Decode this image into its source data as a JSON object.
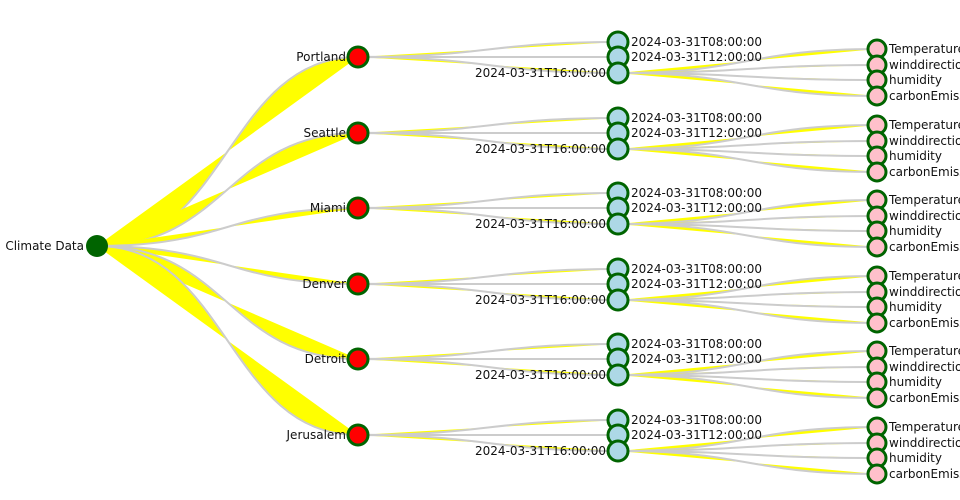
{
  "root": {
    "name": "Climate Data",
    "color": "#006400"
  },
  "cities": [
    "Portland",
    "Seattle",
    "Miami",
    "Denver",
    "Detroit",
    "Jerusalem"
  ],
  "timestamps": [
    "2024-03-31T08:00:00",
    "2024-03-31T12:00:00",
    "2024-03-31T16:00:00"
  ],
  "expanded_timestamp_index": 2,
  "metrics": [
    "Temperature",
    "winddirection",
    "humidity",
    "carbonEmissions"
  ],
  "colors": {
    "link_fill": "#ffff00",
    "link_stroke": "#cccccc",
    "node_stroke": "#006400",
    "city_fill": "#ff0000",
    "time_fill": "#add8e6",
    "metric_fill": "#ffc0cb"
  }
}
